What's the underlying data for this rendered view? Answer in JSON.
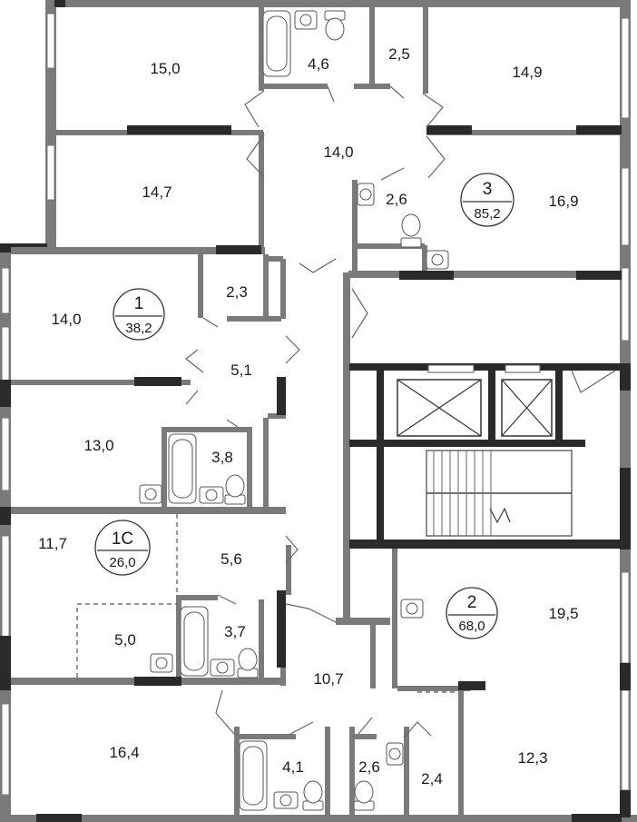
{
  "plan": {
    "apartments": [
      {
        "id": "apt-1",
        "number": "1",
        "area": "38,2"
      },
      {
        "id": "apt-1c",
        "number": "1С",
        "area": "26,0"
      },
      {
        "id": "apt-2",
        "number": "2",
        "area": "68,0"
      },
      {
        "id": "apt-3",
        "number": "3",
        "area": "85,2"
      }
    ],
    "rooms": [
      "15,0",
      "4,6",
      "2,5",
      "14,9",
      "14,0",
      "14,7",
      "2,6",
      "16,9",
      "14,0",
      "2,3",
      "5,1",
      "13,0",
      "3,8",
      "11,7",
      "5,6",
      "3,7",
      "5,0",
      "10,7",
      "19,5",
      "16,4",
      "4,1",
      "2,6",
      "2,4",
      "12,3"
    ],
    "colors": {
      "wall": "#7a7a7a",
      "wall_dark": "#2a2a2a",
      "text": "#1a1a1a"
    }
  }
}
